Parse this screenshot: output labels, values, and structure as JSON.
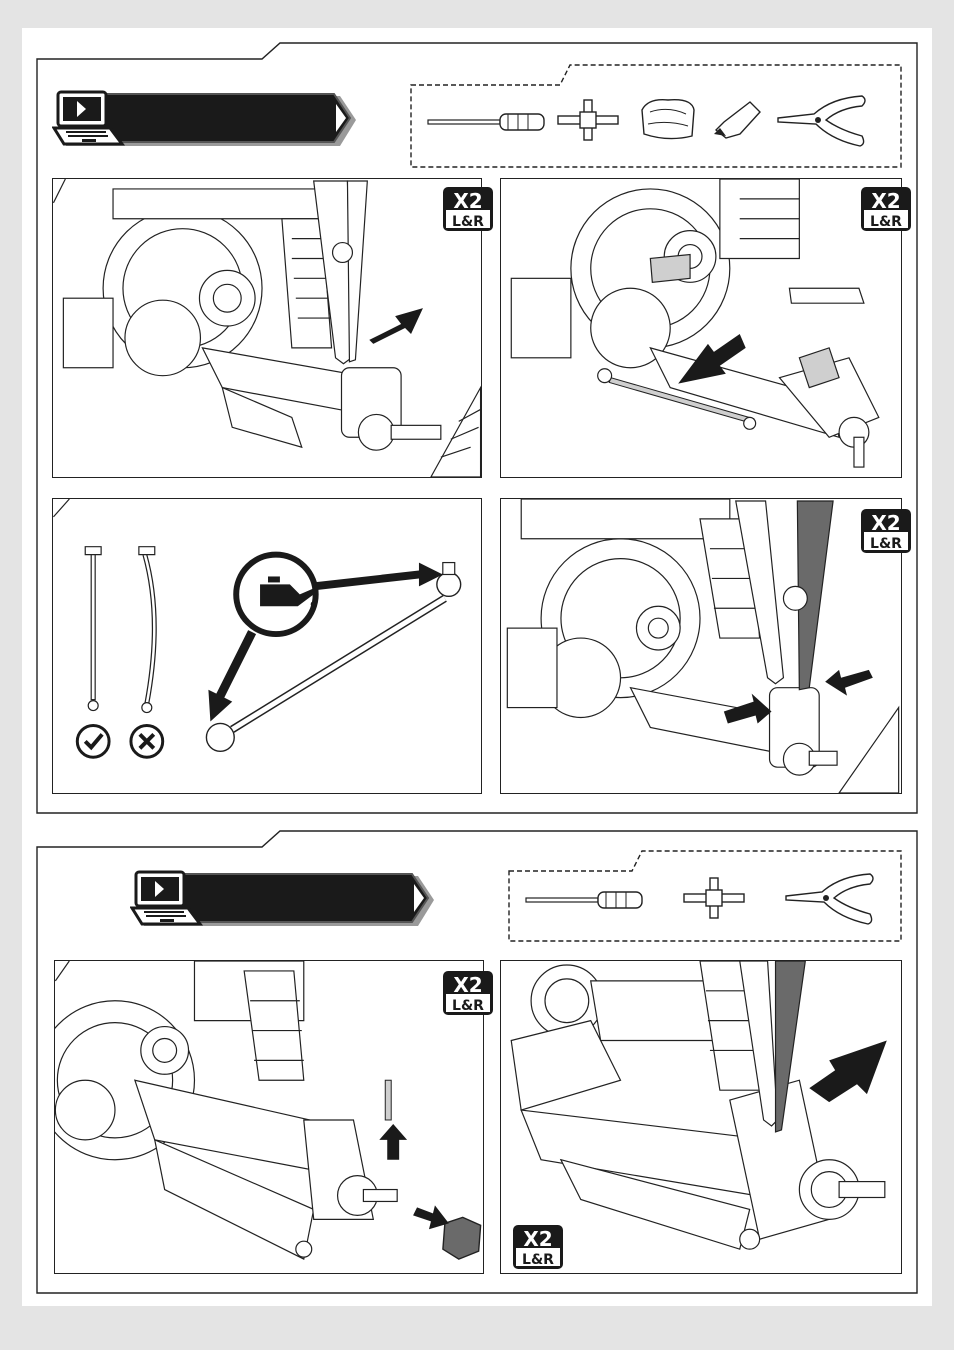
{
  "sections": [
    {
      "video_icon": "laptop-play-icon",
      "tools": [
        "screwdriver-icon",
        "cross-wrench-icon",
        "cloth-icon",
        "grease-tube-icon",
        "pliers-icon"
      ],
      "panels": [
        {
          "id": "1",
          "badge": {
            "top": "X2",
            "bottom": "L&R"
          },
          "arrow": "pull-right"
        },
        {
          "id": "2",
          "badge": {
            "top": "X2",
            "bottom": "L&R"
          },
          "arrow": "remove-driveshaft"
        },
        {
          "id": "3",
          "badge": null,
          "check_icon": "check-icon",
          "cross_icon": "cross-icon",
          "oil_icon": "oil-can-icon"
        },
        {
          "id": "4",
          "badge": {
            "top": "X2",
            "bottom": "L&R"
          },
          "arrow": "squeeze"
        }
      ]
    },
    {
      "video_icon": "laptop-play-icon",
      "tools": [
        "screwdriver-icon",
        "cross-wrench-icon",
        "pliers-icon"
      ],
      "panels": [
        {
          "id": "5",
          "badge": {
            "top": "X2",
            "bottom": "L&R"
          },
          "arrow": "remove-pin-and-hex"
        },
        {
          "id": "6",
          "badge": {
            "top": "X2",
            "bottom": "L&R"
          },
          "arrow": "pull-right"
        }
      ]
    }
  ],
  "colors": {
    "ink": "#222222",
    "page": "#ffffff",
    "background": "#e4e4e4",
    "banner": "#1a1a1a"
  }
}
